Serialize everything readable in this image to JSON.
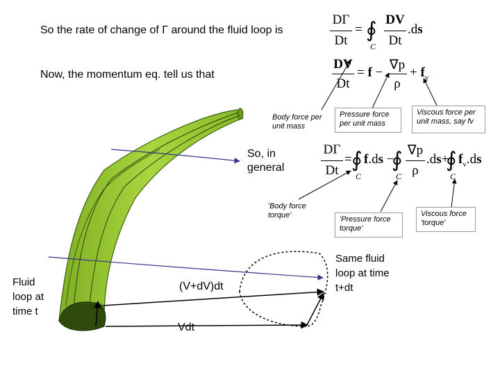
{
  "text": {
    "line1": "So the rate of change of Γ around the fluid loop is",
    "line2": "Now, the momentum eq. tell us that",
    "so_general": "So, in general",
    "fluid_loop": "Fluid loop at time t",
    "same_loop": "Same fluid loop at time t+dt",
    "vdv": "(V+dV)dt",
    "vdt": "Vdt"
  },
  "labels": {
    "body_force": "Body force per unit mass",
    "pressure_force": "Pressure force per unit mass",
    "viscous_force": "Viscous force per unit mass, say fv",
    "body_torque": "'Body force torque'",
    "pressure_torque": "'Pressure force torque'",
    "viscous_torque": "Viscous force 'torque'"
  },
  "colors": {
    "tube_fill": "#9acd32",
    "tube_dark": "#4d7a14",
    "arrow_blue": "#33338a"
  }
}
